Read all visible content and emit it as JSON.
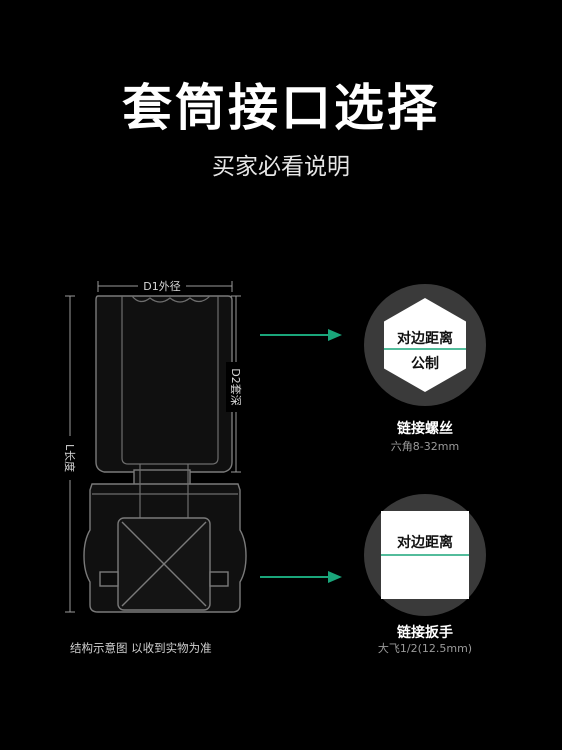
{
  "title": "套筒接口选择",
  "subtitle": "买家必看说明",
  "diagram": {
    "d1_label": "D1外径",
    "d2_label": "D2套深",
    "l_label": "L长度",
    "caption": "结构示意图 以收到实物为准"
  },
  "hex_option": {
    "shape_label_top": "对边距离",
    "shape_label_bottom": "公制",
    "title": "链接螺丝",
    "subtitle": "六角8-32mm"
  },
  "square_option": {
    "shape_label": "对边距离",
    "title": "链接扳手",
    "subtitle": "大飞1/2(12.5mm)"
  },
  "colors": {
    "background": "#000000",
    "arrow": "#1aa57a",
    "hex_line": "#1aa57a",
    "outline": "#8a8a8a"
  },
  "icons": [
    "right-arrow-icon",
    "hexagon-icon",
    "square-icon"
  ]
}
